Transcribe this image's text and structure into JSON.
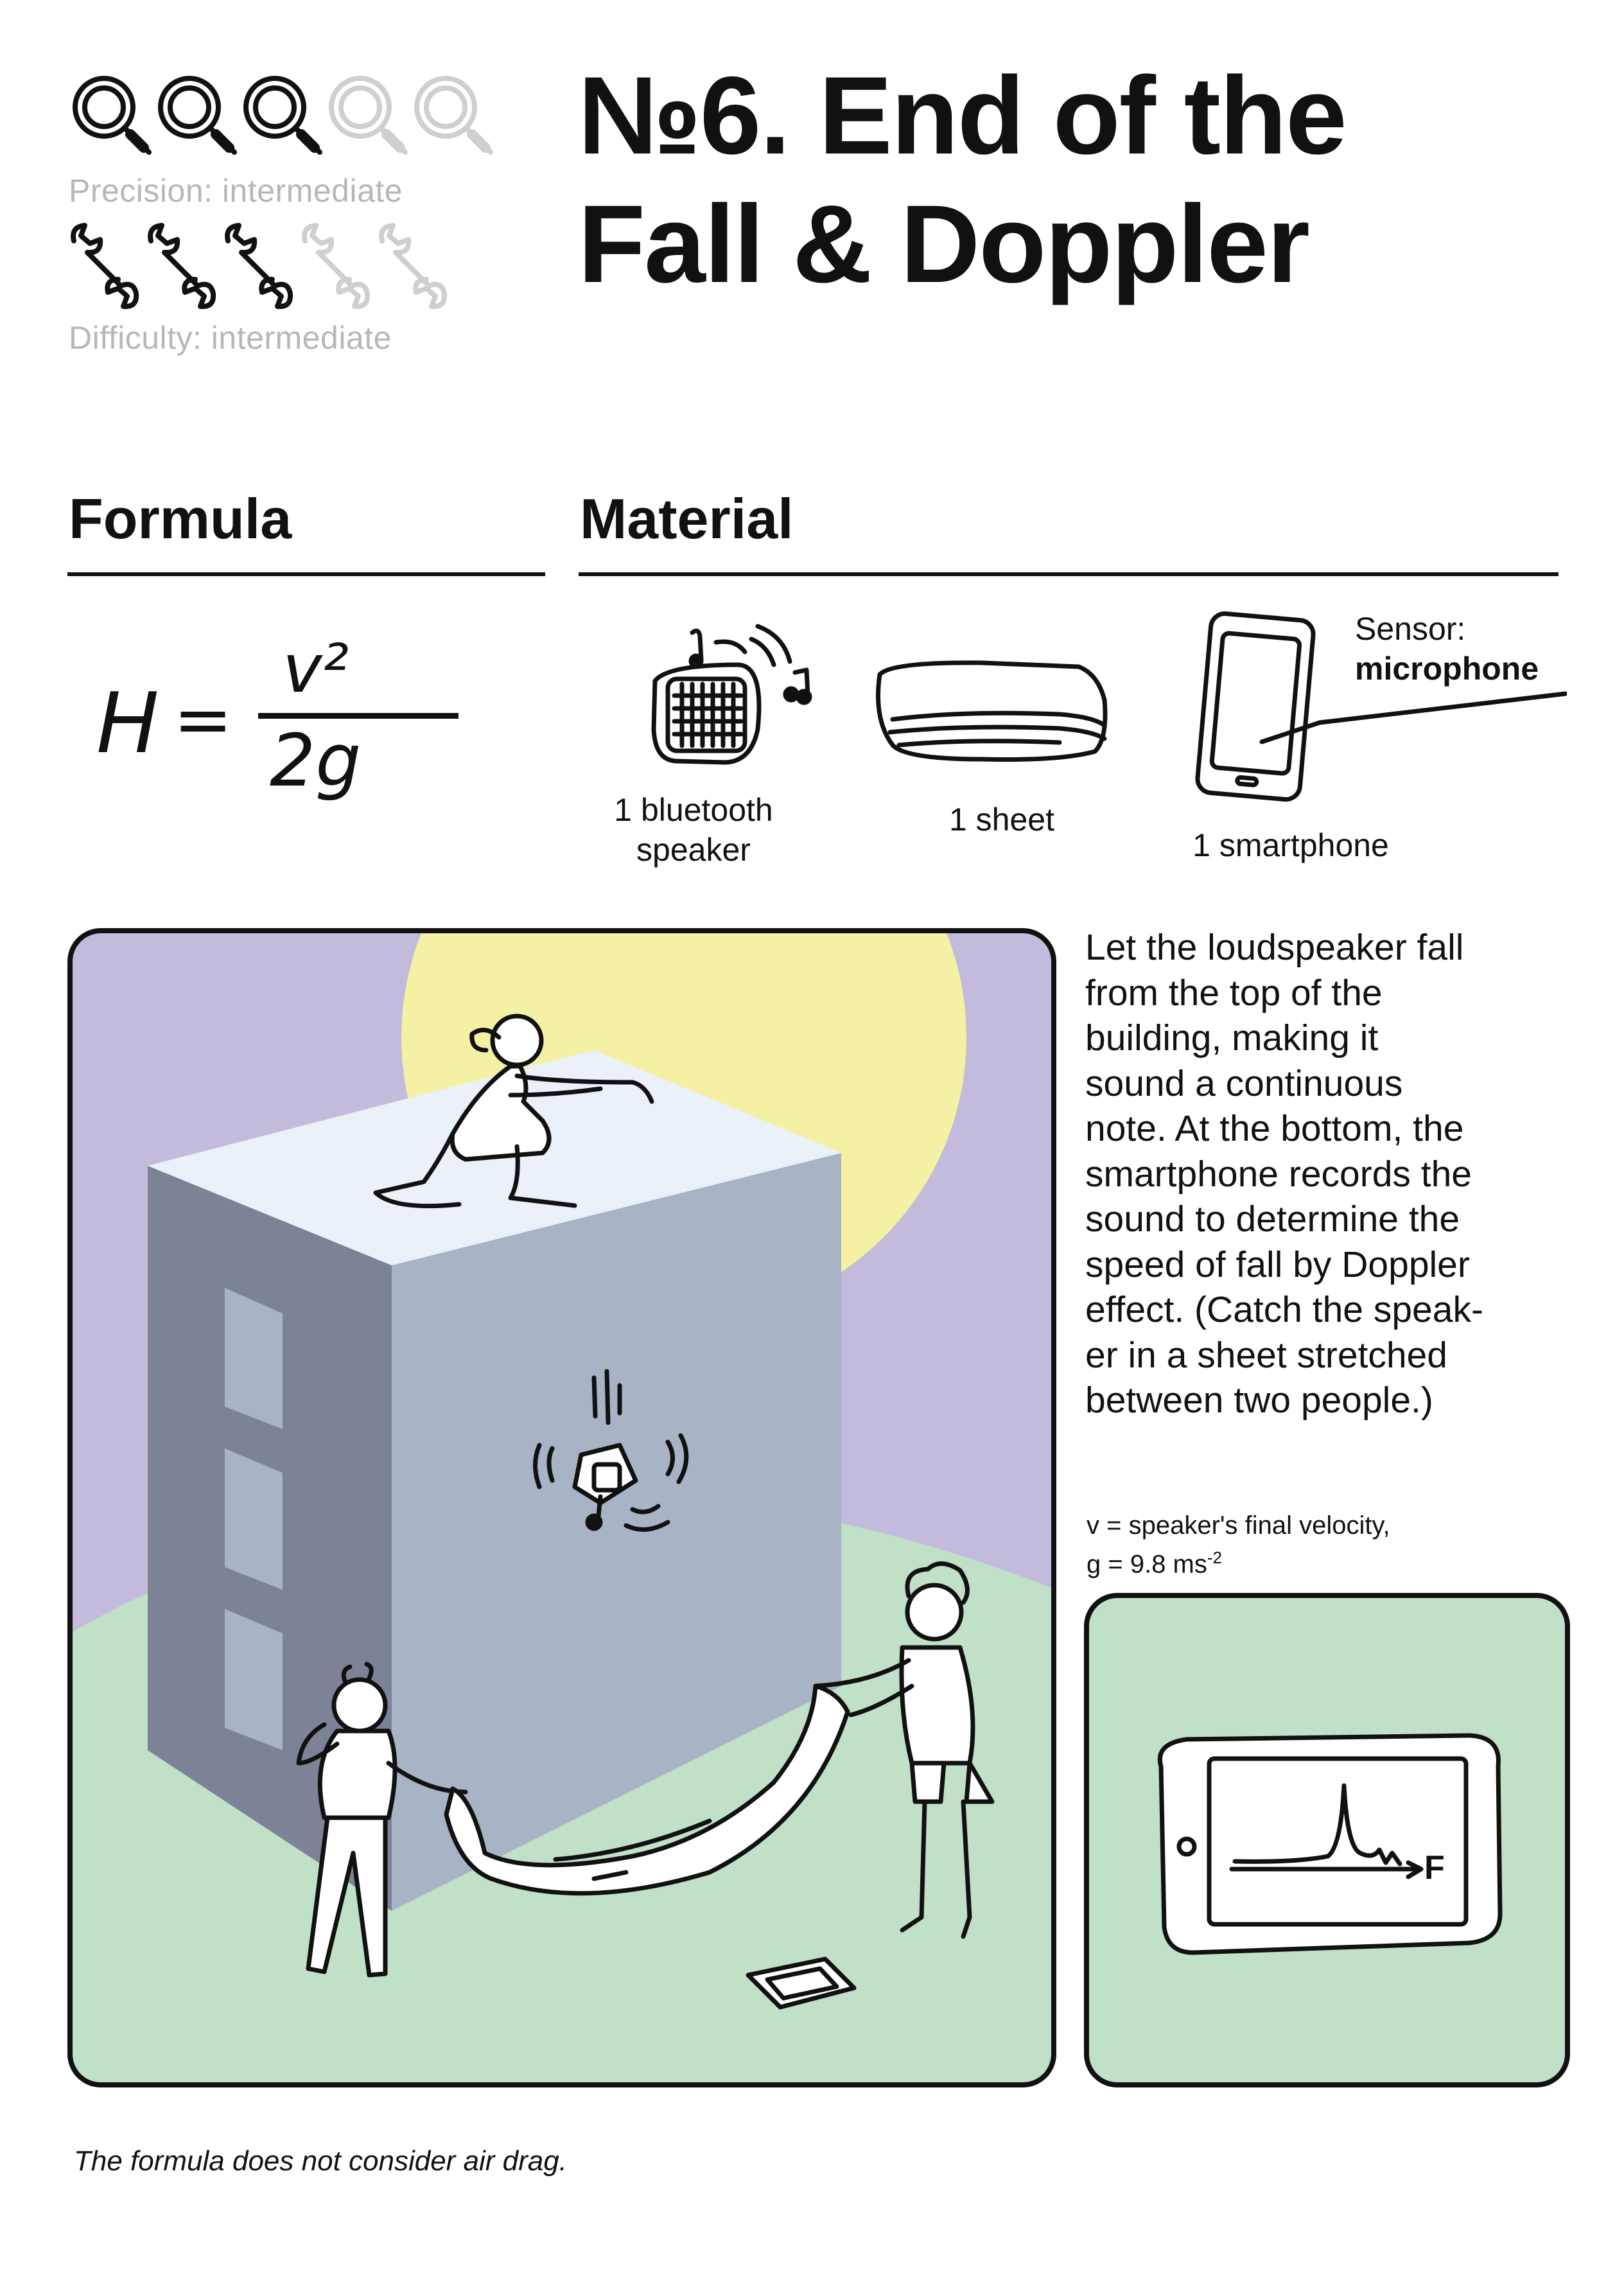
{
  "header": {
    "title_line1": "№6. End of the",
    "title_line2": "Fall & Doppler",
    "precision_label": "Precision: intermediate",
    "difficulty_label": "Difficulty: intermediate",
    "precision_rating": 3,
    "precision_max": 5,
    "difficulty_rating": 3,
    "difficulty_max": 5
  },
  "formula": {
    "heading": "Formula",
    "lhs": "H",
    "numerator": "v²",
    "denominator": "2g"
  },
  "material": {
    "heading": "Material",
    "items": [
      {
        "label": "1 bluetooth speaker",
        "icon": "bluetooth-speaker-icon"
      },
      {
        "label": "1 sheet",
        "icon": "folded-sheet-icon"
      },
      {
        "label": "1 smartphone",
        "icon": "smartphone-icon"
      }
    ],
    "sensor_label": "Sensor:",
    "sensor_value": "microphone"
  },
  "description": {
    "text": "Let the loudspeaker fall from the top of the building, making it sound a continuous note. At the bottom, the smartphone records the sound to determine the speed of fall by Doppler effect. (Catch the speak-er in a sheet stretched between two people.)",
    "lines": [
      "Let the loudspeaker fall",
      "from the top of the",
      "building, making it",
      "sound a continuous",
      "note. At the bottom, the",
      "smartphone records the",
      "sound to determine the",
      "speed of fall by Doppler",
      "effect. (Catch the speak-",
      "er in a sheet stretched",
      "between two people.)"
    ]
  },
  "variables": {
    "line1": "v = speaker's final velocity,",
    "line2_prefix": "g = 9.8 ms",
    "line2_exponent": "-2"
  },
  "graph": {
    "axis_label": "F"
  },
  "footer": {
    "note": "The formula does not consider air drag."
  },
  "colors": {
    "sky": "#c2bbdb",
    "sun": "#f4f1a4",
    "ground": "#c1e0c8",
    "roof": "#eaf1f9",
    "wall_front": "#a8b3c6",
    "wall_side": "#7c8397",
    "window": "#a8b3c6",
    "ink": "#111111",
    "muted_text": "#b7b7b7"
  }
}
